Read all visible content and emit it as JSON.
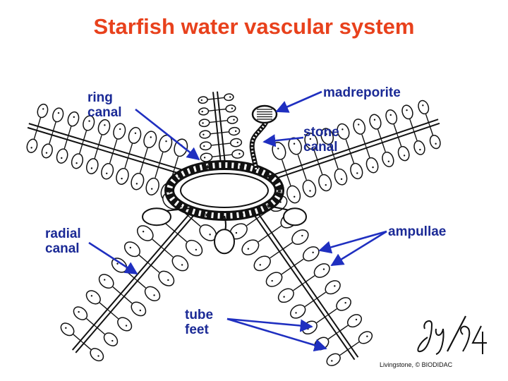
{
  "title": "Starfish water vascular system",
  "labels": {
    "ring_canal": [
      "ring",
      "canal"
    ],
    "madreporite": "madreporite",
    "stone_canal": [
      "stone",
      "canal"
    ],
    "radial_canal": [
      "radial",
      "canal"
    ],
    "ampullae": "ampullae",
    "tube_feet": [
      "tube",
      "feet"
    ]
  },
  "signature": "Iuy/94",
  "credit": "Livingstone, © BIODIDAC",
  "colors": {
    "title": "#e8411c",
    "label": "#1b2a96",
    "arrow": "#1f2fc0",
    "ink": "#111111"
  }
}
